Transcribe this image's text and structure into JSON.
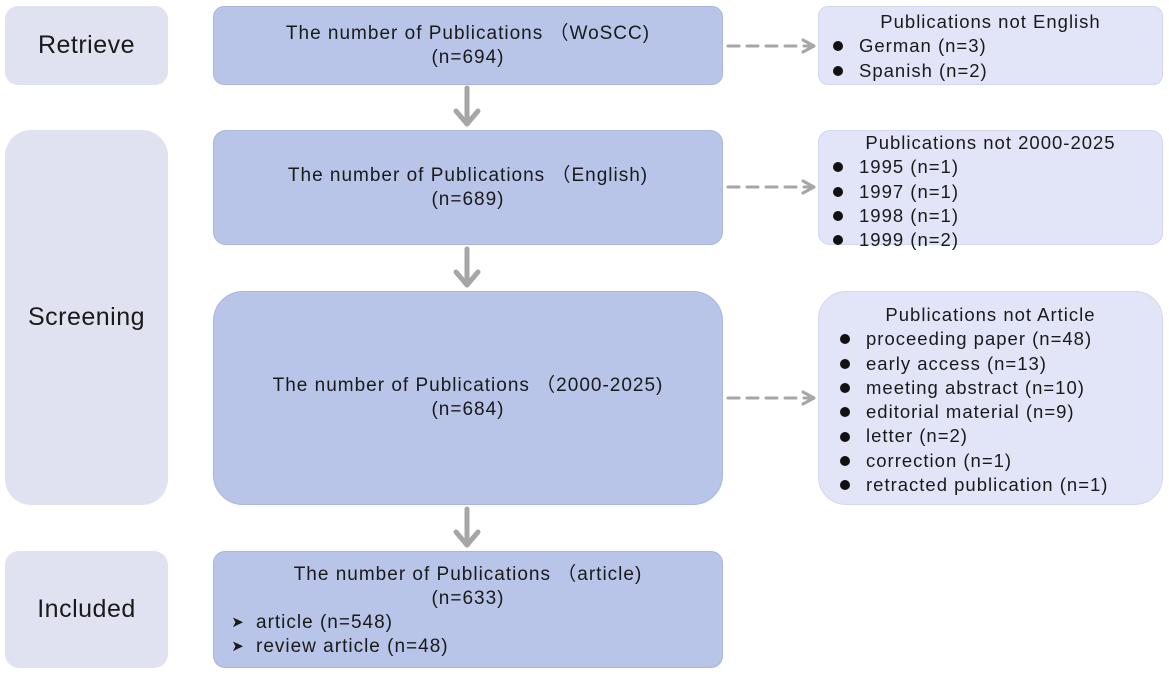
{
  "stages": {
    "retrieve": "Retrieve",
    "screening": "Screening",
    "included": "Included"
  },
  "main_boxes": {
    "woscc": {
      "title": "The number of Publications （WoSCC)",
      "count": "(n=694)"
    },
    "english": {
      "title": "The number of Publications （English)",
      "count": "(n=689)"
    },
    "years": {
      "title": "The number of Publications （2000-2025)",
      "count": "(n=684)"
    },
    "article": {
      "title": "The number of Publications （article)",
      "count": "(n=633)",
      "items": [
        "article (n=548)",
        "review article (n=48)"
      ]
    }
  },
  "side_boxes": {
    "not_english": {
      "title": "Publications not English",
      "items": [
        "German (n=3)",
        "Spanish (n=2)"
      ]
    },
    "not_years": {
      "title": "Publications not 2000-2025",
      "items": [
        "1995 (n=1)",
        "1997 (n=1)",
        "1998 (n=1)",
        "1999 (n=2)"
      ]
    },
    "not_article": {
      "title": "Publications not Article",
      "items": [
        "proceeding paper (n=48)",
        "early access (n=13)",
        "meeting abstract (n=10)",
        "editorial material (n=9)",
        "letter (n=2)",
        "correction (n=1)",
        "retracted publication (n=1)"
      ]
    }
  },
  "colors": {
    "stage_fill": "#e0e2f2",
    "main_fill": "#b8c4e8",
    "side_fill": "#e2e4f7",
    "arrow": "#a6a6a6"
  },
  "icons": {
    "down_arrow": "down-arrow-icon",
    "dashed_arrow": "dashed-arrow-icon",
    "bullet": "bullet-dot-icon",
    "arrowhead_bullet": "arrowhead-bullet-icon"
  }
}
